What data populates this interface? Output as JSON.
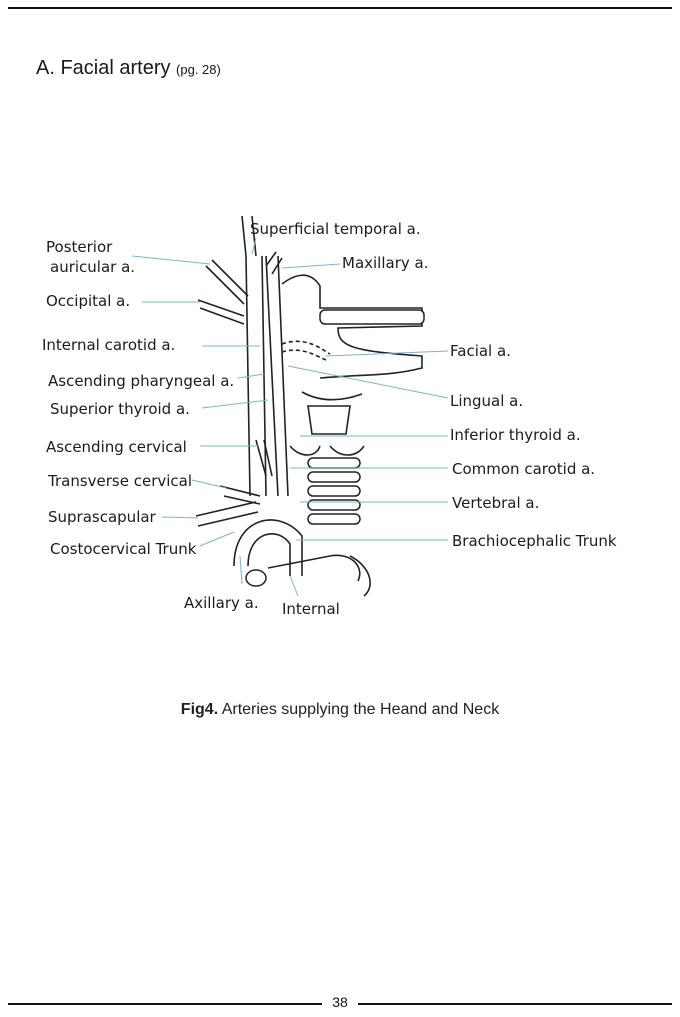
{
  "header": {
    "title": "A. Facial artery",
    "page_ref": "(pg. 28)"
  },
  "figure": {
    "labels_left": [
      "Posterior",
      "auricular a.",
      "Occipital a.",
      "Internal carotid a.",
      "Ascending pharyngeal a.",
      "Superior thyroid a.",
      "Ascending cervical",
      "Transverse cervical",
      "Suprascapular",
      "Costocervical Trunk"
    ],
    "labels_top": [
      "Superficial temporal a.",
      "Maxillary a."
    ],
    "labels_right": [
      "Facial a.",
      "Lingual a.",
      "Inferior thyroid a.",
      "Common carotid a.",
      "Vertebral a.",
      "Brachiocephalic Trunk"
    ],
    "labels_bottom": [
      "Axillary a.",
      "Internal"
    ]
  },
  "caption": {
    "label": "Fig4.",
    "text": " Arteries supplying the Heand and Neck"
  },
  "footer": {
    "page_number": "38"
  }
}
